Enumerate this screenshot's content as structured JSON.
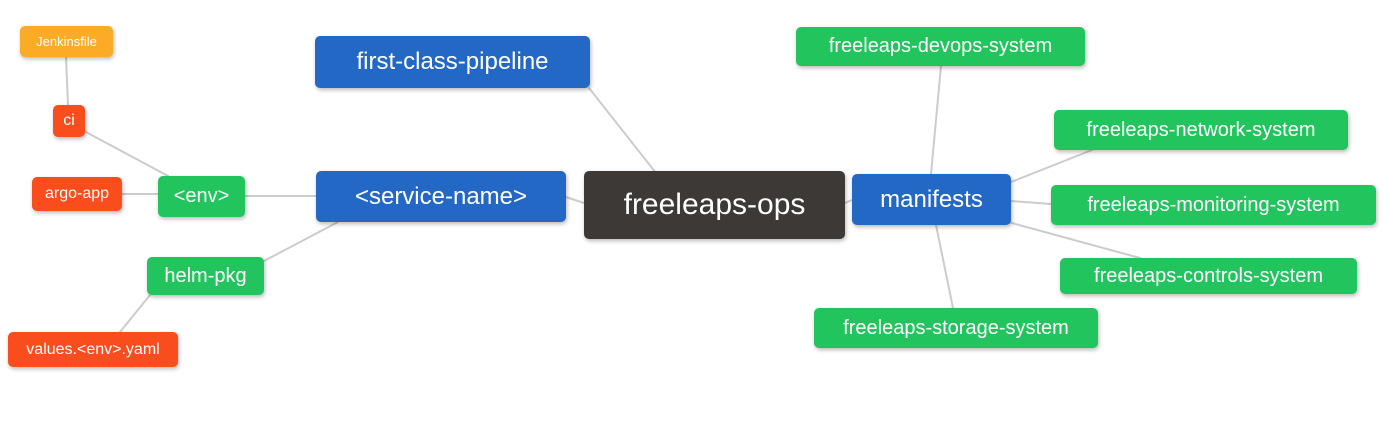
{
  "diagram": {
    "type": "mindmap",
    "palette": {
      "root_node": "#3c3937",
      "level1_node": "#2368c4",
      "level2_node": "#21c45d",
      "level3_node": "#f94d1d",
      "level4_node": "#fbab26",
      "edge_line": "#cccccc",
      "node_text": "#ffffff",
      "background": "#ffffff"
    },
    "nodes": [
      {
        "id": "freeleaps-ops",
        "label": "freeleaps-ops",
        "level": "root"
      },
      {
        "id": "first-class-pipeline",
        "label": "first-class-pipeline",
        "level": 1
      },
      {
        "id": "service-name",
        "label": "<service-name>",
        "level": 1
      },
      {
        "id": "manifests",
        "label": "manifests",
        "level": 1
      },
      {
        "id": "env",
        "label": "<env>",
        "level": 2
      },
      {
        "id": "helm-pkg",
        "label": "helm-pkg",
        "level": 2
      },
      {
        "id": "freeleaps-devops-system",
        "label": "freeleaps-devops-system",
        "level": 2
      },
      {
        "id": "freeleaps-network-system",
        "label": "freeleaps-network-system",
        "level": 2
      },
      {
        "id": "freeleaps-monitoring-system",
        "label": "freeleaps-monitoring-system",
        "level": 2
      },
      {
        "id": "freeleaps-controls-system",
        "label": "freeleaps-controls-system",
        "level": 2
      },
      {
        "id": "freeleaps-storage-system",
        "label": "freeleaps-storage-system",
        "level": 2
      },
      {
        "id": "ci",
        "label": "ci",
        "level": 3
      },
      {
        "id": "argo-app",
        "label": "argo-app",
        "level": 3
      },
      {
        "id": "values-env-yaml",
        "label": "values.<env>.yaml",
        "level": 3
      },
      {
        "id": "jenkinsfile",
        "label": "Jenkinsfile",
        "level": 4
      }
    ],
    "edges": [
      {
        "from": "freeleaps-ops",
        "to": "first-class-pipeline"
      },
      {
        "from": "freeleaps-ops",
        "to": "service-name"
      },
      {
        "from": "freeleaps-ops",
        "to": "manifests"
      },
      {
        "from": "service-name",
        "to": "env"
      },
      {
        "from": "service-name",
        "to": "helm-pkg"
      },
      {
        "from": "env",
        "to": "ci"
      },
      {
        "from": "env",
        "to": "argo-app"
      },
      {
        "from": "ci",
        "to": "jenkinsfile"
      },
      {
        "from": "helm-pkg",
        "to": "values-env-yaml"
      },
      {
        "from": "manifests",
        "to": "freeleaps-devops-system"
      },
      {
        "from": "manifests",
        "to": "freeleaps-network-system"
      },
      {
        "from": "manifests",
        "to": "freeleaps-monitoring-system"
      },
      {
        "from": "manifests",
        "to": "freeleaps-controls-system"
      },
      {
        "from": "manifests",
        "to": "freeleaps-storage-system"
      }
    ]
  }
}
